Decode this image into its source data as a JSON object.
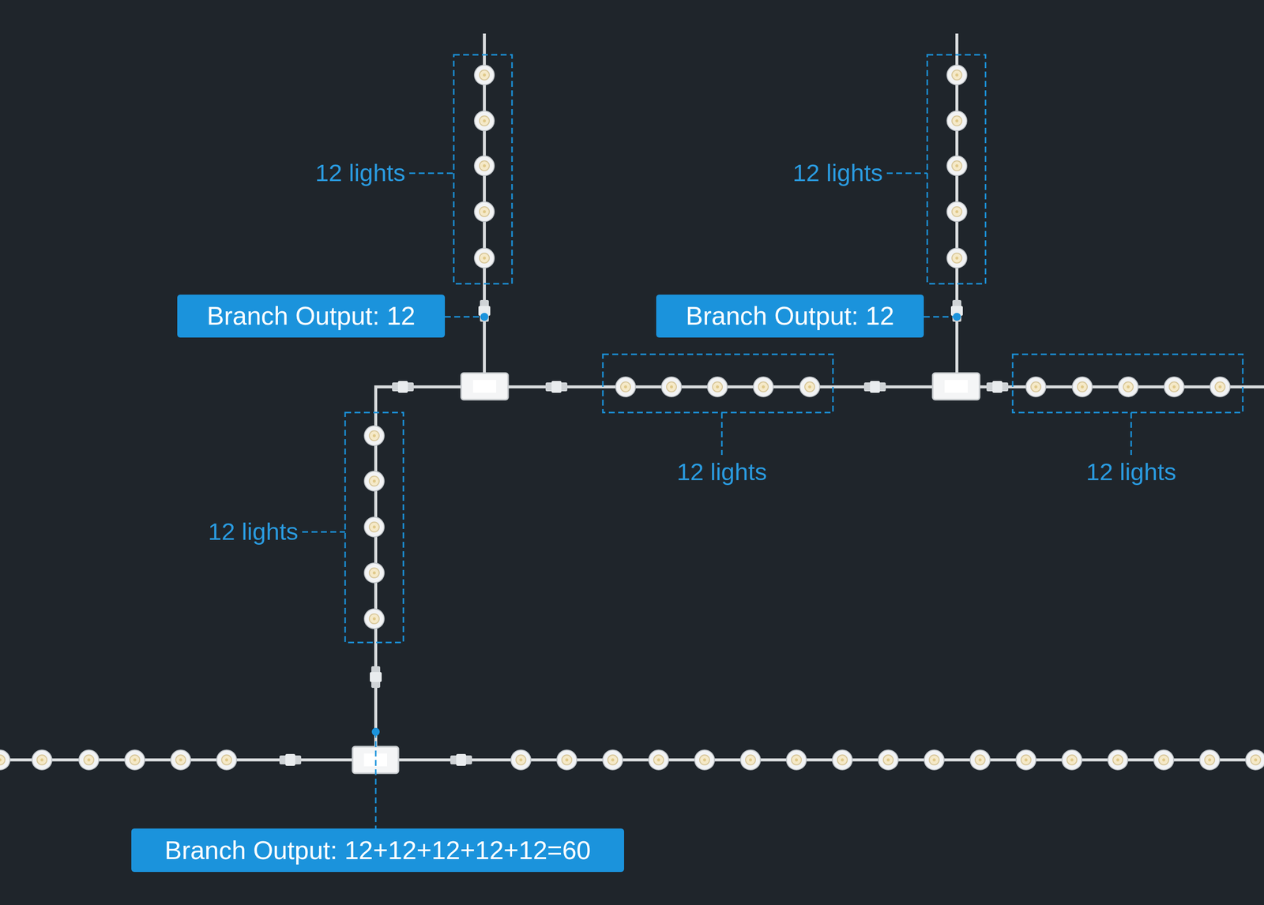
{
  "diagram": {
    "nodes": [
      {
        "text": [
          "Branch Output: 12"
        ]
      },
      {
        "text": [
          "Branch Output: 12"
        ]
      },
      {
        "text": [
          "Branch Output: 12+12+12+12+12=60"
        ]
      }
    ],
    "labels": [
      "12 lights",
      "12 lights",
      "12 lights",
      "12 lights",
      "12 lights"
    ]
  }
}
